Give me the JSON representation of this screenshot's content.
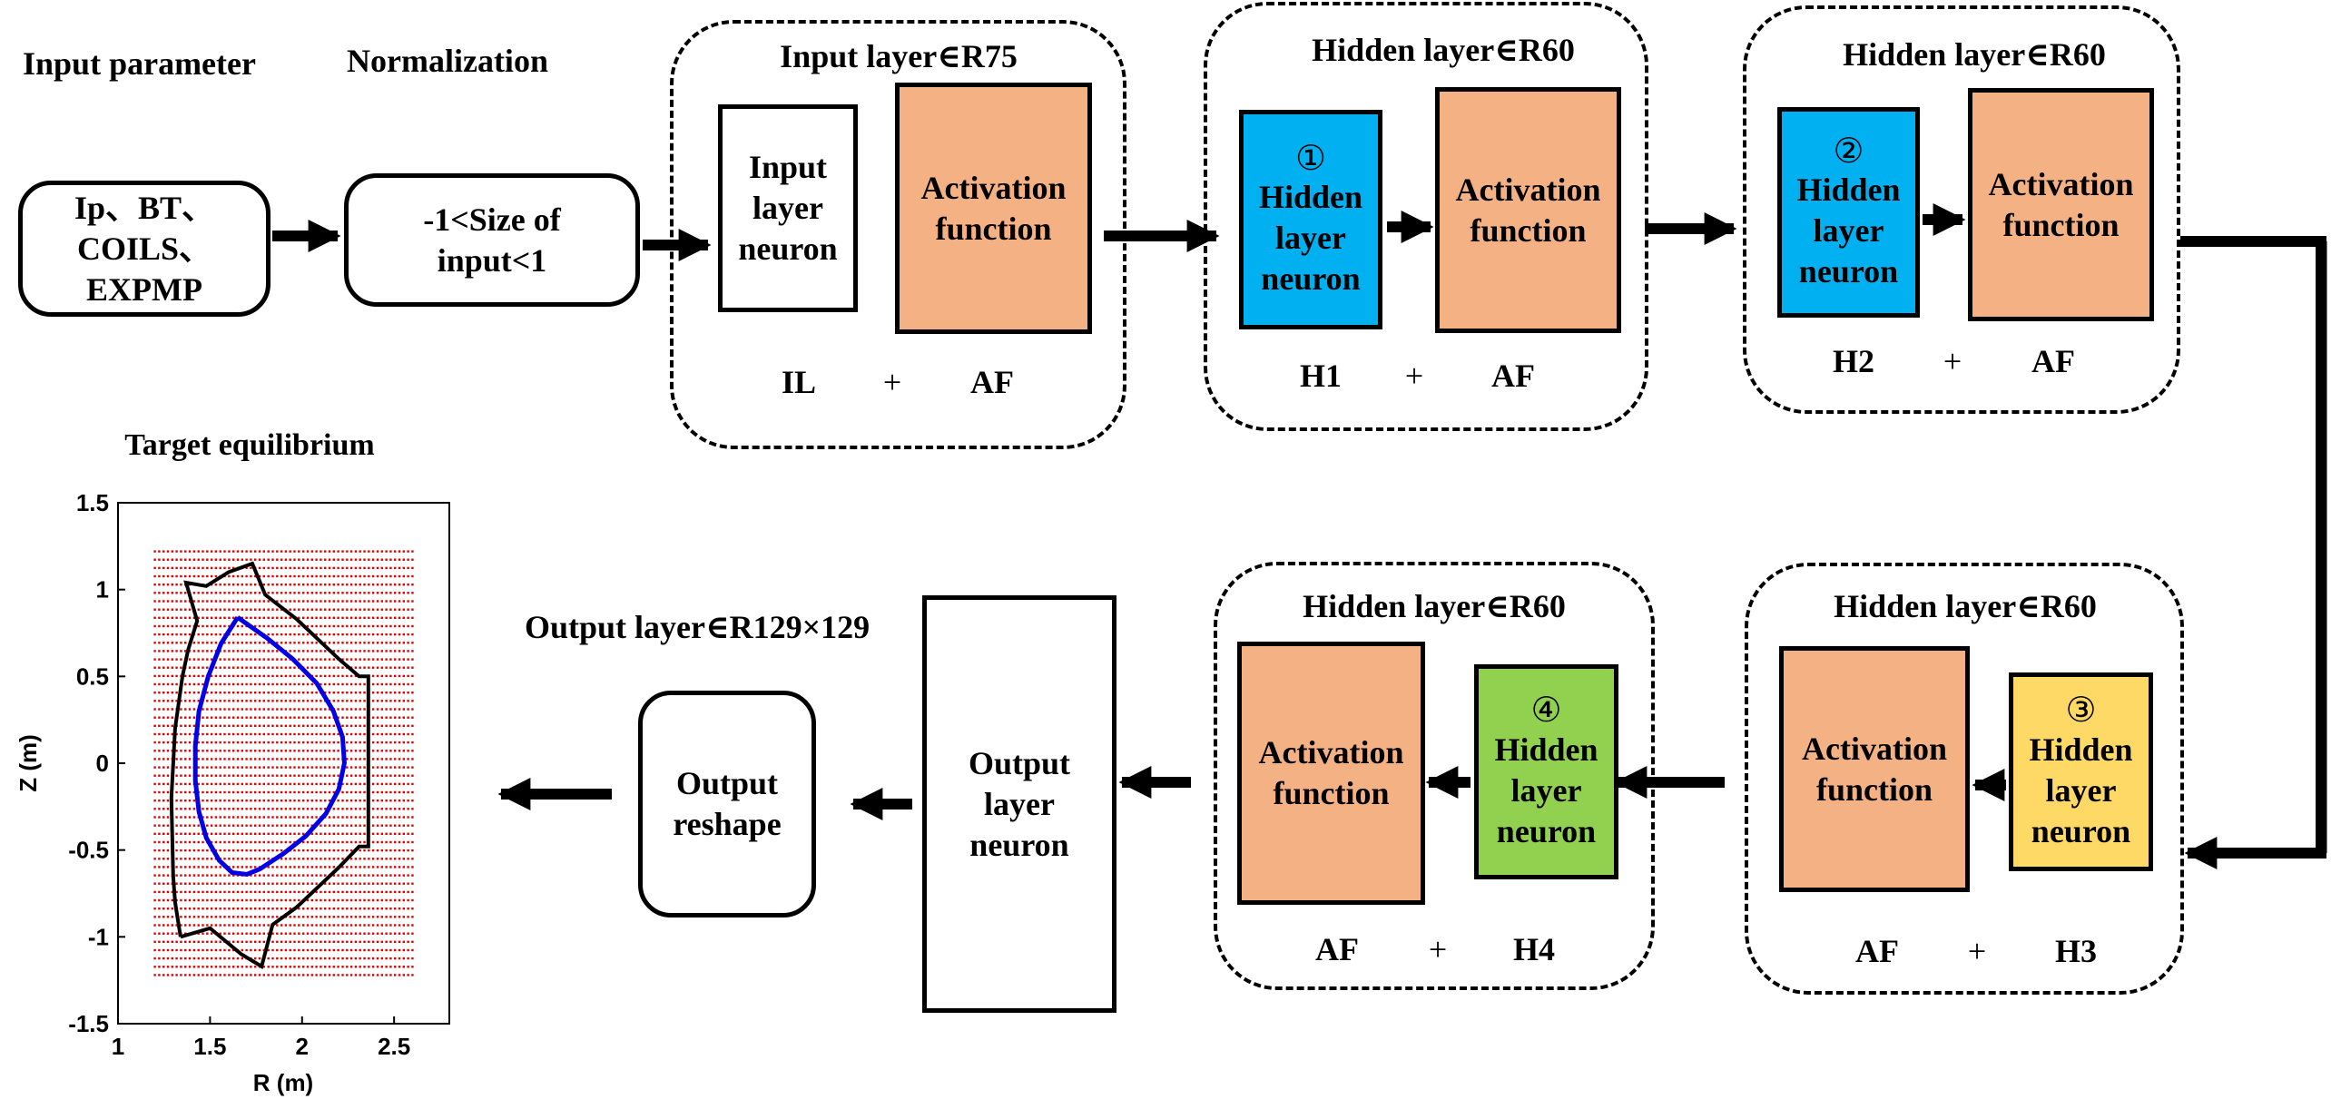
{
  "headers": {
    "input_parameter": "Input parameter",
    "normalization": "Normalization"
  },
  "input_box": "Ip、BT、\nCOILS、\nEXPMP",
  "norm_box": "-1<Size of\ninput<1",
  "groups": {
    "input": {
      "title": "Input layer∈R75",
      "neuron": "Input\nlayer\nneuron",
      "af": "Activation\nfunction",
      "left_tag": "IL",
      "plus": "+",
      "right_tag": "AF"
    },
    "h1": {
      "title": "Hidden layer∈R60",
      "circle": "①",
      "neuron": "Hidden\nlayer\nneuron",
      "af": "Activation\nfunction",
      "left_tag": "H1",
      "plus": "+",
      "right_tag": "AF"
    },
    "h2": {
      "title": "Hidden layer∈R60",
      "circle": "②",
      "neuron": "Hidden\nlayer\nneuron",
      "af": "Activation\nfunction",
      "left_tag": "H2",
      "plus": "+",
      "right_tag": "AF"
    },
    "h3": {
      "title": "Hidden layer∈R60",
      "circle": "③",
      "neuron": "Hidden\nlayer\nneuron",
      "af": "Activation\nfunction",
      "left_tag": "AF",
      "plus": "+",
      "right_tag": "H3"
    },
    "h4": {
      "title": "Hidden layer∈R60",
      "circle": "④",
      "neuron": "Hidden\nlayer\nneuron",
      "af": "Activation\nfunction",
      "left_tag": "AF",
      "plus": "+",
      "right_tag": "H4"
    }
  },
  "output": {
    "title": "Output layer∈R129×129",
    "neuron": "Output\nlayer\nneuron",
    "reshape": "Output\nreshape"
  },
  "plot": {
    "title": "Target equilibrium",
    "xlabel": "R (m)",
    "ylabel": "Z (m)",
    "xticks": [
      "1",
      "1.5",
      "2",
      "2.5"
    ],
    "yticks": [
      "1.5",
      "1",
      "0.5",
      "0",
      "-0.5",
      "-1",
      "-1.5"
    ],
    "xlim": [
      1,
      2.8
    ],
    "ylim": [
      -1.5,
      1.5
    ],
    "grid_r": [
      1.2,
      2.6
    ],
    "grid_z": [
      -1.22,
      1.22
    ],
    "wall": [
      [
        1.34,
        -1.0
      ],
      [
        1.5,
        -0.95
      ],
      [
        1.67,
        -1.1
      ],
      [
        1.78,
        -1.17
      ],
      [
        1.84,
        -0.93
      ],
      [
        1.97,
        -0.83
      ],
      [
        2.2,
        -0.6
      ],
      [
        2.31,
        -0.48
      ],
      [
        2.36,
        -0.48
      ],
      [
        2.36,
        0.5
      ],
      [
        2.31,
        0.5
      ],
      [
        2.2,
        0.6
      ],
      [
        1.97,
        0.83
      ],
      [
        1.8,
        0.97
      ],
      [
        1.73,
        1.15
      ],
      [
        1.6,
        1.1
      ],
      [
        1.48,
        1.02
      ],
      [
        1.37,
        1.04
      ],
      [
        1.43,
        0.82
      ],
      [
        1.38,
        0.65
      ],
      [
        1.35,
        0.5
      ],
      [
        1.31,
        0.2
      ],
      [
        1.29,
        -0.2
      ],
      [
        1.3,
        -0.65
      ],
      [
        1.31,
        -0.8
      ],
      [
        1.34,
        -1.0
      ]
    ],
    "lcfs": [
      [
        1.65,
        0.84
      ],
      [
        1.81,
        0.72
      ],
      [
        1.95,
        0.6
      ],
      [
        2.08,
        0.46
      ],
      [
        2.17,
        0.3
      ],
      [
        2.22,
        0.15
      ],
      [
        2.23,
        0.0
      ],
      [
        2.2,
        -0.15
      ],
      [
        2.13,
        -0.29
      ],
      [
        2.02,
        -0.42
      ],
      [
        1.9,
        -0.52
      ],
      [
        1.77,
        -0.61
      ],
      [
        1.7,
        -0.64
      ],
      [
        1.62,
        -0.63
      ],
      [
        1.55,
        -0.56
      ],
      [
        1.48,
        -0.43
      ],
      [
        1.44,
        -0.28
      ],
      [
        1.42,
        -0.1
      ],
      [
        1.42,
        0.1
      ],
      [
        1.44,
        0.3
      ],
      [
        1.49,
        0.5
      ],
      [
        1.56,
        0.69
      ],
      [
        1.65,
        0.84
      ]
    ],
    "colors": {
      "grid_dots": "#e00000",
      "wall": "#000000",
      "lcfs": "#0000e6"
    }
  }
}
